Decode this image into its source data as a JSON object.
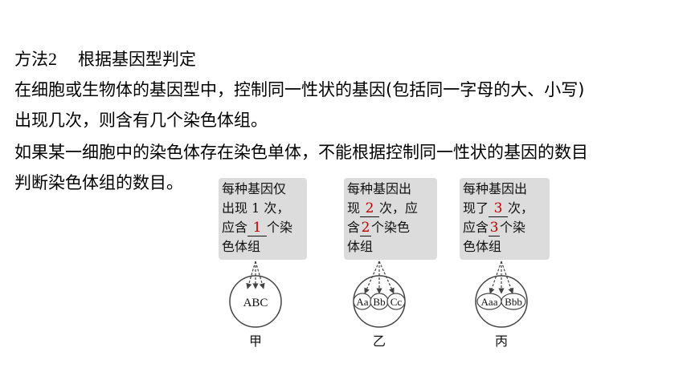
{
  "heading": {
    "prefix": "方法",
    "number": "2",
    "title": "根据基因型判定"
  },
  "paragraph1": {
    "line1": "在细胞或生物体的基因型中，控制同一性状的基因(包括同一字母的大、小写)",
    "line2": "出现几次，则含有几个染色体组。"
  },
  "paragraph2": {
    "line1": "如果某一细胞中的染色体存在染色单体，不能根据控制同一性状的基因的数目",
    "line2": "判断染色体组的数目。"
  },
  "figure": {
    "jia": {
      "box_line1": "每种基因仅",
      "box_line2": "出现 1 次，",
      "box_line3_a": "应含",
      "box_line3_blank": "1",
      "box_line3_b": "个染",
      "box_line4": "色体组",
      "cell_text": "ABC",
      "caption": "甲"
    },
    "yi": {
      "box_line1": "每种基因出",
      "box_line2_a": "现",
      "box_line2_blank": "2",
      "box_line2_b": "次，应",
      "box_line3_a": "含",
      "box_line3_blank": "2",
      "box_line3_b": "个染色",
      "box_line4": "体组",
      "chromosomes": [
        "Aa",
        "Bb",
        "Cc"
      ],
      "caption": "乙"
    },
    "bing": {
      "box_line1": "每种基因出",
      "box_line2_a": "现了",
      "box_line2_blank": "3",
      "box_line2_b": "次，",
      "box_line3_a": "应含",
      "box_line3_blank": "3",
      "box_line3_b": "个染",
      "box_line4": "色体组",
      "chromosomes": [
        "Aaa",
        "Bbb"
      ],
      "caption": "丙"
    }
  }
}
